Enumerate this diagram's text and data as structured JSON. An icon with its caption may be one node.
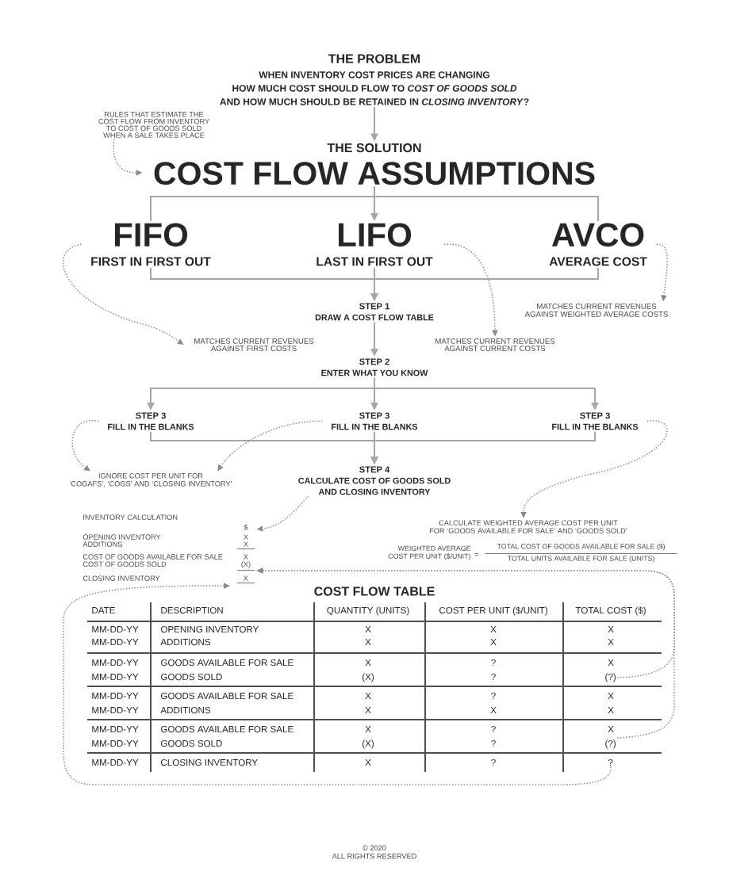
{
  "diagram": {
    "nodes": [
      {
        "text": [
          "THE PROBLEM",
          "WHEN INVENTORY COST PRICES ARE CHANGING HOW MUCH COST SHOULD FLOW TO *COST OF GOODS SOLD* AND HOW MUCH SHOULD BE RETAINED IN *CLOSING INVENTORY*?"
        ]
      },
      {
        "text": [
          "RULES THAT ESTIMATE THE COST FLOW FROM INVENTORY TO COST OF GOODS SOLD WHEN A SALE TAKES PLACE"
        ]
      },
      {
        "text": [
          "THE SOLUTION",
          "COST FLOW ASSUMPTIONS"
        ]
      },
      {
        "text": [
          "FIFO",
          "FIRST IN FIRST OUT"
        ]
      },
      {
        "text": [
          "LIFO",
          "LAST IN FIRST OUT"
        ]
      },
      {
        "text": [
          "AVCO",
          "AVERAGE COST"
        ]
      },
      {
        "text": [
          "STEP 1",
          "DRAW A COST FLOW TABLE"
        ]
      },
      {
        "text": [
          "MATCHES CURRENT REVENUES AGAINST WEIGHTED AVERAGE COSTS"
        ]
      },
      {
        "text": [
          "MATCHES CURRENT REVENUES AGAINST FIRST COSTS"
        ]
      },
      {
        "text": [
          "MATCHES CURRENT REVENUES AGAINST CURRENT COSTS"
        ]
      },
      {
        "text": [
          "STEP 2",
          "ENTER WHAT YOU KNOW"
        ]
      },
      {
        "text": [
          "STEP 3",
          "FILL IN THE BLANKS"
        ]
      },
      {
        "text": [
          "STEP 3",
          "FILL IN THE BLANKS"
        ]
      },
      {
        "text": [
          "STEP 3",
          "FILL IN THE BLANKS"
        ]
      },
      {
        "text": [
          "IGNORE COST PER UNIT FOR ‘COGAFS’, ‘COGS’ AND ‘CLOSING INVENTORY’"
        ]
      },
      {
        "text": [
          "STEP 4",
          "CALCULATE COST OF GOODS SOLD AND CLOSING INVENTORY"
        ]
      },
      {
        "text": [
          "INVENTORY CALCULATION",
          "$",
          "OPENING INVENTORY",
          "X",
          "ADDITIONS",
          "X",
          "COST OF GOODS AVAILABLE FOR SALE",
          "X",
          "COST OF GOODS SOLD",
          "(X)",
          "CLOSING INVENTORY",
          "X"
        ]
      },
      {
        "text": [
          "CALCULATE WEIGHTED AVERAGE COST PER UNIT FOR ‘GOODS AVAILABLE FOR SALE’ AND ‘GOODS SOLD’",
          "WEIGHTED AVERAGE COST PER UNIT ($/UNIT)",
          "=",
          "TOTAL COST OF GOODS AVAILABLE FOR SALE ($)",
          "TOTAL UNITS AVAILABLE FOR SALE (UNITS)"
        ]
      },
      {
        "text": [
          "COST FLOW TABLE"
        ]
      },
      {
        "text": [
          "(?)"
        ],
        "in": 18
      },
      {
        "text": [
          "(?)"
        ],
        "in": 18
      },
      {
        "text": [
          "?"
        ],
        "in": 18
      }
    ],
    "edges": [
      {
        "from": 0,
        "to": 2,
        "arrow": "to"
      },
      {
        "from": 1,
        "to": 2,
        "arrow": "to",
        "style": "dashed",
        "color": "#8a8a8a"
      },
      {
        "from": 2,
        "to": 3,
        "arrow": "none"
      },
      {
        "from": 2,
        "to": 4,
        "arrow": "to"
      },
      {
        "from": 2,
        "to": 5,
        "arrow": "none"
      },
      {
        "from": 3,
        "to": 6,
        "arrow": "to"
      },
      {
        "from": 4,
        "to": 6,
        "arrow": "to"
      },
      {
        "from": 5,
        "to": 6,
        "arrow": "to"
      },
      {
        "from": 3,
        "to": 8,
        "arrow": "to",
        "style": "dashed",
        "color": "#8a8a8a"
      },
      {
        "from": 4,
        "to": 9,
        "arrow": "to",
        "style": "dashed",
        "color": "#8a8a8a"
      },
      {
        "from": 5,
        "to": 7,
        "arrow": "to",
        "style": "dashed",
        "color": "#8a8a8a"
      },
      {
        "from": 6,
        "to": 10,
        "arrow": "to"
      },
      {
        "from": 10,
        "to": 11,
        "arrow": "to"
      },
      {
        "from": 10,
        "to": 12,
        "arrow": "to"
      },
      {
        "from": 10,
        "to": 13,
        "arrow": "to"
      },
      {
        "from": 11,
        "to": 15,
        "arrow": "to"
      },
      {
        "from": 12,
        "to": 15,
        "arrow": "to"
      },
      {
        "from": 13,
        "to": 15,
        "arrow": "to"
      },
      {
        "from": 11,
        "to": 14,
        "arrow": "to",
        "style": "dashed",
        "color": "#8a8a8a"
      },
      {
        "from": 12,
        "to": 14,
        "arrow": "to",
        "style": "dashed",
        "color": "#8a8a8a"
      },
      {
        "from": 13,
        "to": 17,
        "arrow": "to",
        "style": "dashed",
        "color": "#8a8a8a"
      },
      {
        "from": 15,
        "to": 16,
        "arrow": "to",
        "style": "dashed",
        "color": "#8a8a8a"
      },
      {
        "from": 19,
        "to": 16,
        "arrow": "to",
        "style": "dashed",
        "color": "#8a8a8a"
      },
      {
        "from": 20,
        "to": 16,
        "arrow": "to",
        "style": "dashed",
        "color": "#8a8a8a"
      },
      {
        "from": 21,
        "to": 16,
        "arrow": "to",
        "style": "dashed",
        "color": "#8a8a8a"
      }
    ],
    "labels": [
      "DATE",
      "DESCRIPTION",
      "QUANTITY (UNITS)",
      "COST PER UNIT ($/UNIT)",
      "TOTAL COST ($)",
      "MM-DD-YY",
      "OPENING INVENTORY",
      "X",
      "X",
      "X",
      "MM-DD-YY",
      "ADDITIONS",
      "X",
      "X",
      "X",
      "MM-DD-YY",
      "GOODS AVAILABLE FOR SALE",
      "X",
      "?",
      "X",
      "MM-DD-YY",
      "GOODS SOLD",
      "(X)",
      "?",
      "MM-DD-YY",
      "GOODS AVAILABLE FOR SALE",
      "X",
      "?",
      "X",
      "MM-DD-YY",
      "ADDITIONS",
      "X",
      "X",
      "X",
      "MM-DD-YY",
      "GOODS AVAILABLE FOR SALE",
      "X",
      "?",
      "X",
      "MM-DD-YY",
      "GOODS SOLD",
      "(X)",
      "?",
      "MM-DD-YY",
      "CLOSING INVENTORY",
      "X",
      "?",
      "© 2020",
      "ALL RIGHTS RESERVED"
    ]
  }
}
